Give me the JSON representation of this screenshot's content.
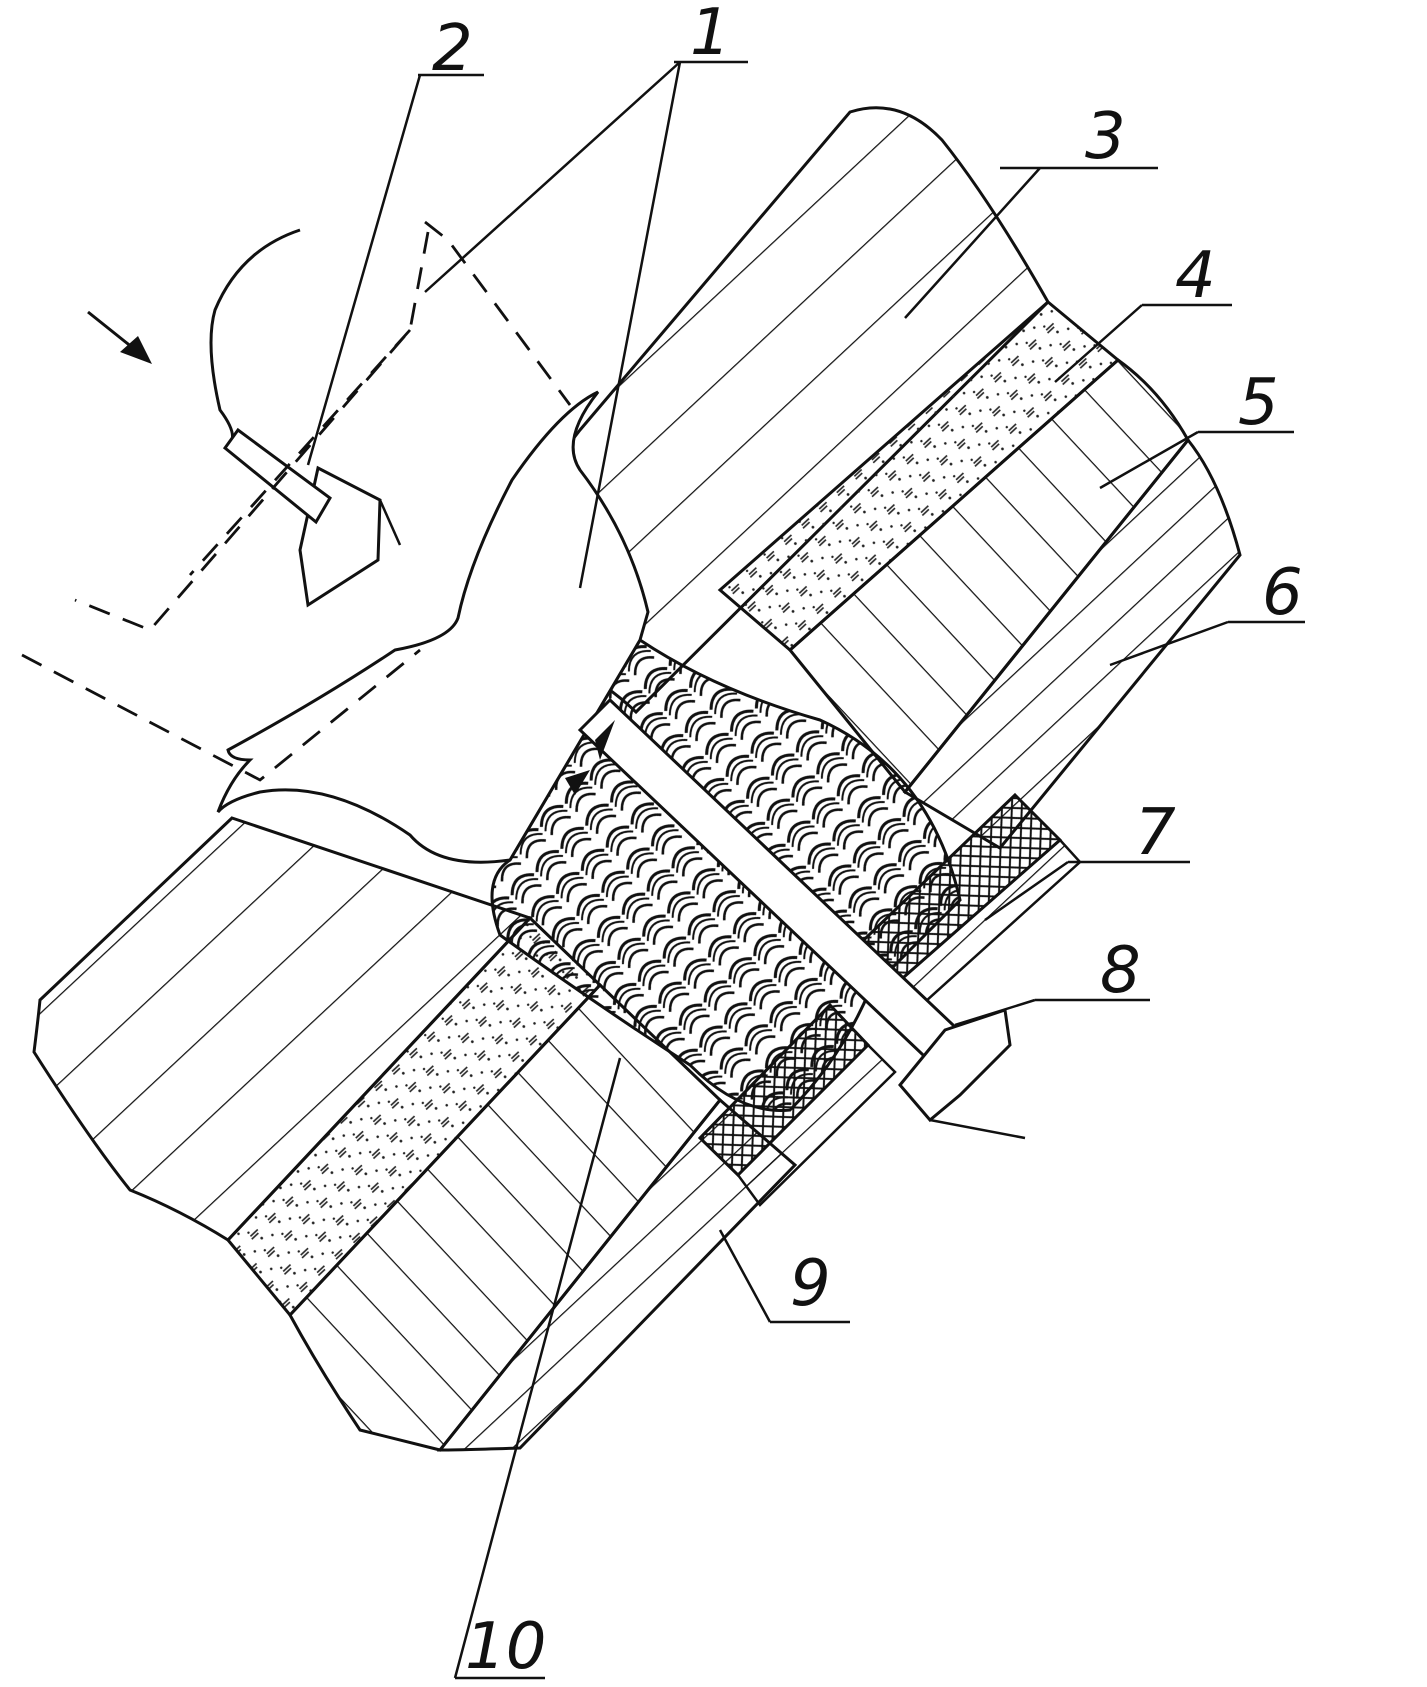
{
  "figure": {
    "callouts": [
      {
        "id": "c1",
        "text": "1"
      },
      {
        "id": "c2",
        "text": "2"
      },
      {
        "id": "c3",
        "text": "3"
      },
      {
        "id": "c4",
        "text": "4"
      },
      {
        "id": "c5",
        "text": "5"
      },
      {
        "id": "c6",
        "text": "6"
      },
      {
        "id": "c7",
        "text": "7"
      },
      {
        "id": "c8",
        "text": "8"
      },
      {
        "id": "c9",
        "text": "9"
      },
      {
        "id": "c10",
        "text": "10"
      }
    ],
    "colors": {
      "line": "#111111",
      "background": "#ffffff"
    }
  }
}
